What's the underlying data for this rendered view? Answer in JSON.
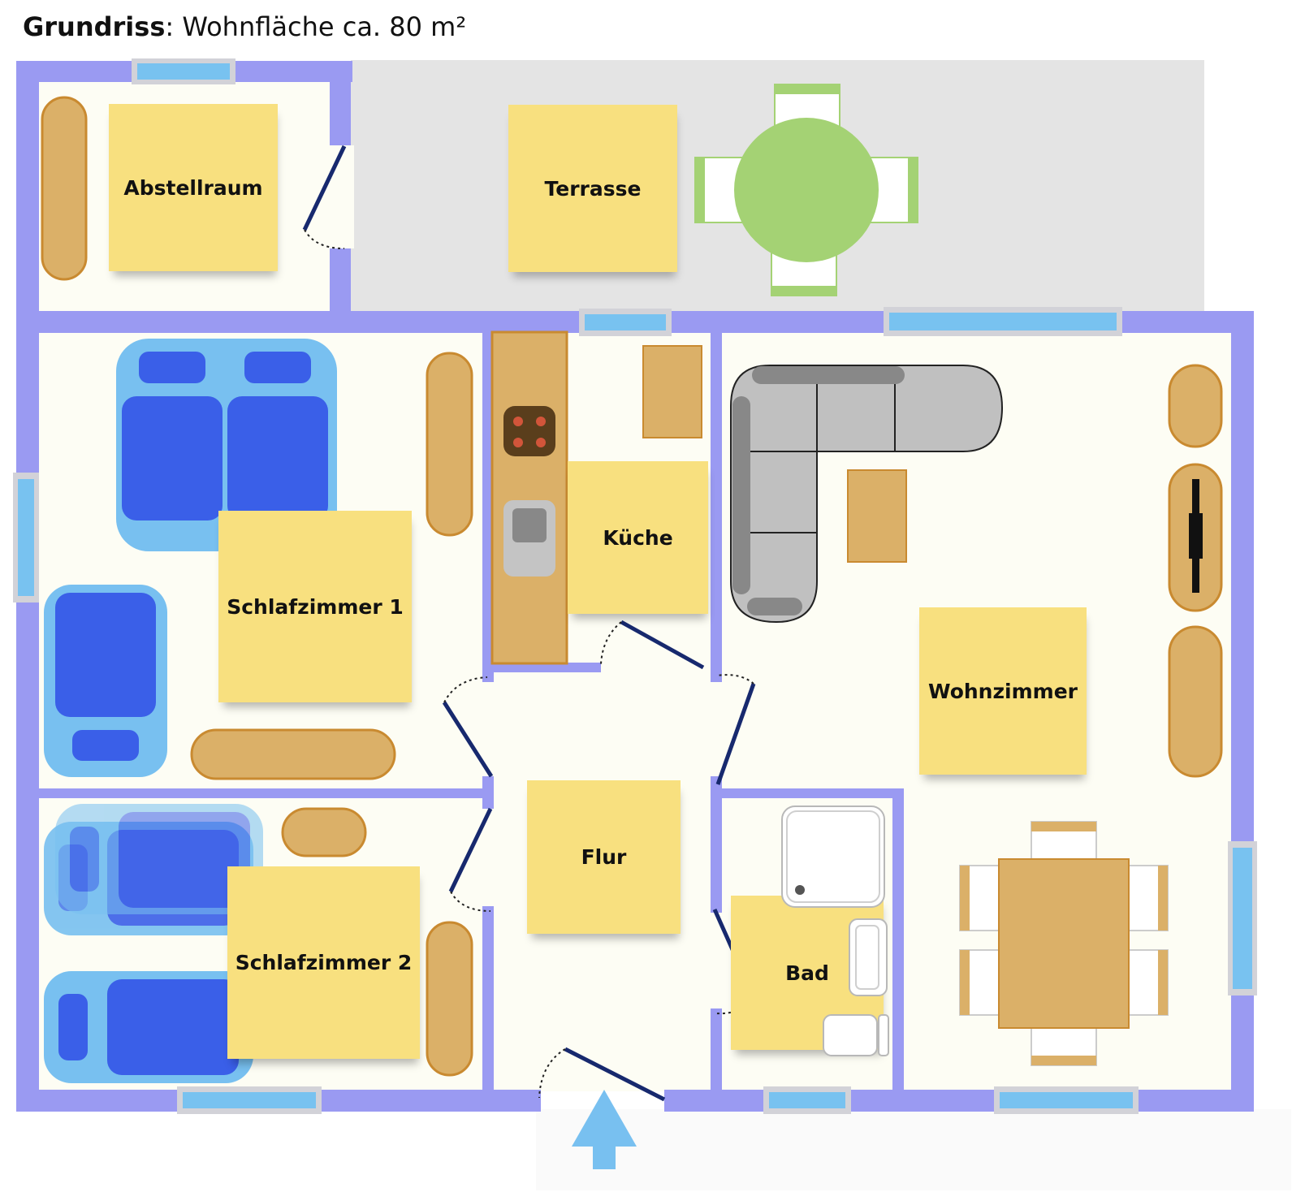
{
  "title": {
    "bold": "Grundriss",
    "rest": ": Wohnfläche ca. 80 m²"
  },
  "rooms": {
    "abstellraum": "Abstellraum",
    "terrasse": "Terrasse",
    "schlafzimmer1": "Schlafzimmer 1",
    "kueche": "Küche",
    "wohnzimmer": "Wohnzimmer",
    "flur": "Flur",
    "schlafzimmer2": "Schlafzimmer 2",
    "bad": "Bad"
  },
  "colors": {
    "wall": "#9a9af2",
    "floor": "#fdfdf4",
    "terrace": "#e4e4e4",
    "window": "#78c2f0",
    "wood": "#dbb068",
    "bed": "#3a5fe8",
    "bed_frame": "#78c0f0",
    "sofa": "#c0c0c0",
    "plant": "#a4d274",
    "door": "#17296e",
    "note": "#f8e07f"
  }
}
